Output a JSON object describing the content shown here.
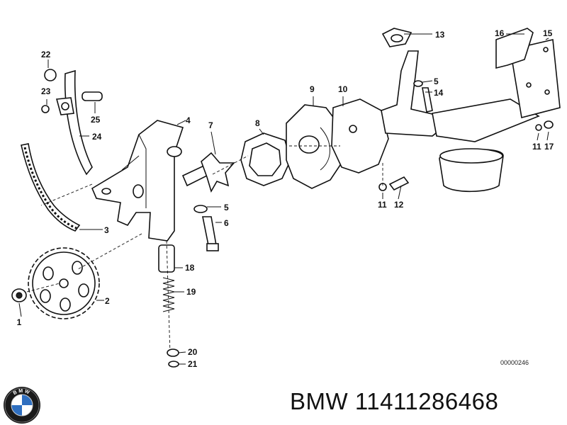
{
  "callouts": [
    {
      "id": "c1",
      "text": "1"
    },
    {
      "id": "c2",
      "text": "2"
    },
    {
      "id": "c3",
      "text": "3"
    },
    {
      "id": "c4",
      "text": "4"
    },
    {
      "id": "c5a",
      "text": "5"
    },
    {
      "id": "c5b",
      "text": "5"
    },
    {
      "id": "c6",
      "text": "6"
    },
    {
      "id": "c7",
      "text": "7"
    },
    {
      "id": "c8",
      "text": "8"
    },
    {
      "id": "c9",
      "text": "9"
    },
    {
      "id": "c10",
      "text": "10"
    },
    {
      "id": "c11a",
      "text": "11"
    },
    {
      "id": "c11b",
      "text": "11"
    },
    {
      "id": "c12",
      "text": "12"
    },
    {
      "id": "c13",
      "text": "13"
    },
    {
      "id": "c14",
      "text": "14"
    },
    {
      "id": "c15",
      "text": "15"
    },
    {
      "id": "c16",
      "text": "16"
    },
    {
      "id": "c17",
      "text": "17"
    },
    {
      "id": "c18",
      "text": "18"
    },
    {
      "id": "c19",
      "text": "19"
    },
    {
      "id": "c20",
      "text": "20"
    },
    {
      "id": "c21",
      "text": "21"
    },
    {
      "id": "c22",
      "text": "22"
    },
    {
      "id": "c23",
      "text": "23"
    },
    {
      "id": "c24",
      "text": "24"
    },
    {
      "id": "c25",
      "text": "25"
    }
  ],
  "diagram_ref": "00000246",
  "footer": {
    "brand": "BMW",
    "part_number": "11411286468",
    "logo_text": "BMW"
  }
}
